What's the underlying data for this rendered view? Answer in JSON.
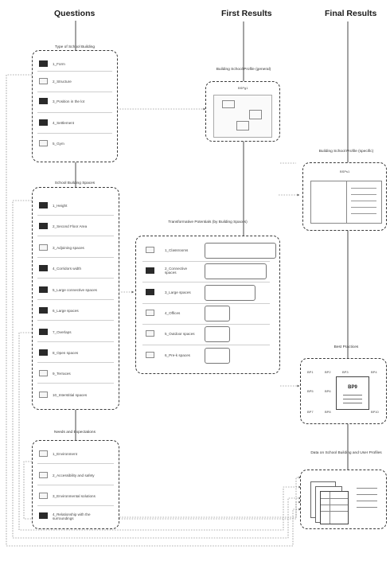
{
  "columns": {
    "questions": "Questions",
    "first_results": "First Results",
    "final_results": "Final Results"
  },
  "type_of_school_building": {
    "title": "Type of School Building",
    "items": [
      "1_Form",
      "2_Structure",
      "3_Position in the lot",
      "4_Settlement",
      "5_Gym"
    ]
  },
  "school_building_spaces": {
    "title": "School Building Spaces",
    "items": [
      "1_Height",
      "2_Second Floor Area",
      "3_Adjoining spaces",
      "4_Corridors width",
      "5_Large connective spaces",
      "6_Large spaces",
      "7_Overlaps",
      "8_Open spaces",
      "9_Terraces",
      "10_Interstitial spaces"
    ]
  },
  "needs_and_expectations": {
    "title": "Needs and Expectations",
    "items": [
      "1_Environment",
      "2_Accessibility and safety",
      "3_Environmental solutions",
      "4_Relationship with the surroundings"
    ]
  },
  "building_school_profile_general": {
    "title": "Building School Profile (general)",
    "code": "BSPg1"
  },
  "transformative_potentials": {
    "title": "Transformative Potentials (by Building Spaces)",
    "items": [
      "1_Classrooms",
      "2_Connective spaces",
      "3_Large spaces",
      "4_Offices",
      "5_Outdoor spaces",
      "6_Pre-k spaces"
    ]
  },
  "building_school_profile_specific": {
    "title": "Building School Profile (specific)",
    "code": "BSPs1"
  },
  "best_practices": {
    "title": "Best Practices",
    "cells": [
      "BP1",
      "BP2",
      "BP3",
      "BP4",
      "BP5",
      "BP6",
      "BP7",
      "BP8",
      "BP9",
      "BP10"
    ],
    "center": "BP9"
  },
  "data_on_school_building": {
    "title": "Data on School Building and User Profiles"
  }
}
